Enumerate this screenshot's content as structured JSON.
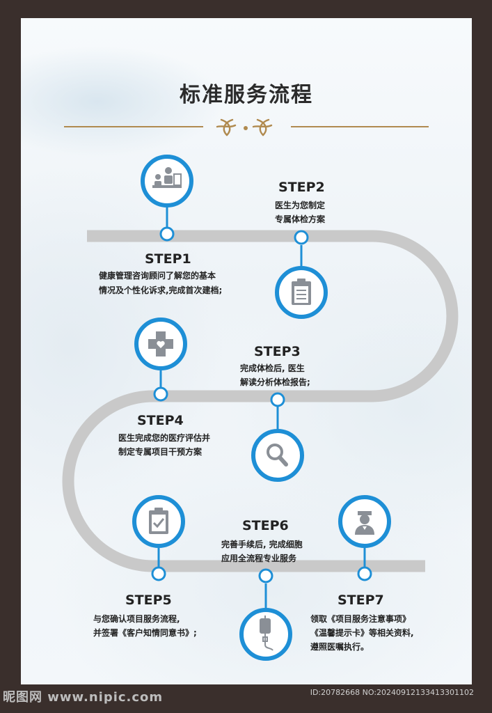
{
  "title": "标准服务流程",
  "colors": {
    "accent": "#1e8fd6",
    "path": "#c9c9c9",
    "gold": "#b08a4f",
    "icon": "#8a8f96"
  },
  "steps": [
    {
      "title": "STEP1",
      "desc_line1": "健康管理咨询顾问了解您的基本",
      "desc_line2": "情况及个性化诉求,完成首次建档;",
      "icon": "reception-desk-icon"
    },
    {
      "title": "STEP2",
      "desc_line1": "医生为您制定",
      "desc_line2": "专属体检方案",
      "icon": "clipboard-icon"
    },
    {
      "title": "STEP3",
      "desc_line1": "完成体检后, 医生",
      "desc_line2": "解读分析体检报告;",
      "icon": "medical-cross-icon"
    },
    {
      "title": "STEP4",
      "desc_line1": "医生完成您的医疗评估并",
      "desc_line2": "制定专属项目干预方案",
      "icon": "magnifier-icon"
    },
    {
      "title": "STEP5",
      "desc_line1": "与您确认项目服务流程,",
      "desc_line2": "并签署《客户知情同意书》;",
      "icon": "checklist-icon"
    },
    {
      "title": "STEP6",
      "desc_line1": "完善手续后, 完成细胞",
      "desc_line2": "应用全流程专业服务",
      "icon": "iv-drip-icon"
    },
    {
      "title": "STEP7",
      "desc_line1": "领取《项目服务注意事项》",
      "desc_line2": "《温馨提示卡》等相关资料,",
      "desc_line3": "遵照医嘱执行。",
      "icon": "doctor-icon"
    }
  ],
  "watermark": {
    "left": "昵图网 www.nipic.com",
    "right": "ID:20782668 NO:20240912133413301102"
  }
}
